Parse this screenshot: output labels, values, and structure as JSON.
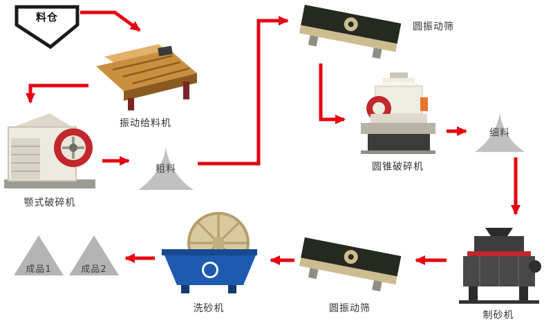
{
  "diagram": {
    "description": "sand and stone crushing production line flowchart",
    "background": "#ffffff",
    "arrow_color": "#e60012"
  },
  "colors": {
    "machine_red": "#c1272d",
    "cone_gray": "#c0c0c0",
    "product_gray": "#b4b4b4",
    "washer_blue": "#1e5bb0",
    "feeder_orange": "#c98f3f",
    "screen_dark": "#242a20",
    "screen_beige": "#cdbc90",
    "outline_black": "#1a1a1a"
  },
  "nodes": {
    "silo": {
      "label": "料仓"
    },
    "feeder": {
      "label": "振动给料机"
    },
    "jaw_crusher": {
      "label": "颚式破碎机"
    },
    "coarse_material": {
      "label": "粗料"
    },
    "screen_top": {
      "label": "圆振动筛"
    },
    "cone_crusher": {
      "label": "圆锥破碎机"
    },
    "fine_material": {
      "label": "细料"
    },
    "sand_maker": {
      "label": "制砂机"
    },
    "screen_bottom": {
      "label": "圆振动筛"
    },
    "sand_washer": {
      "label": "洗砂机"
    },
    "product1": {
      "label": "成品1"
    },
    "product2": {
      "label": "成品2"
    }
  }
}
